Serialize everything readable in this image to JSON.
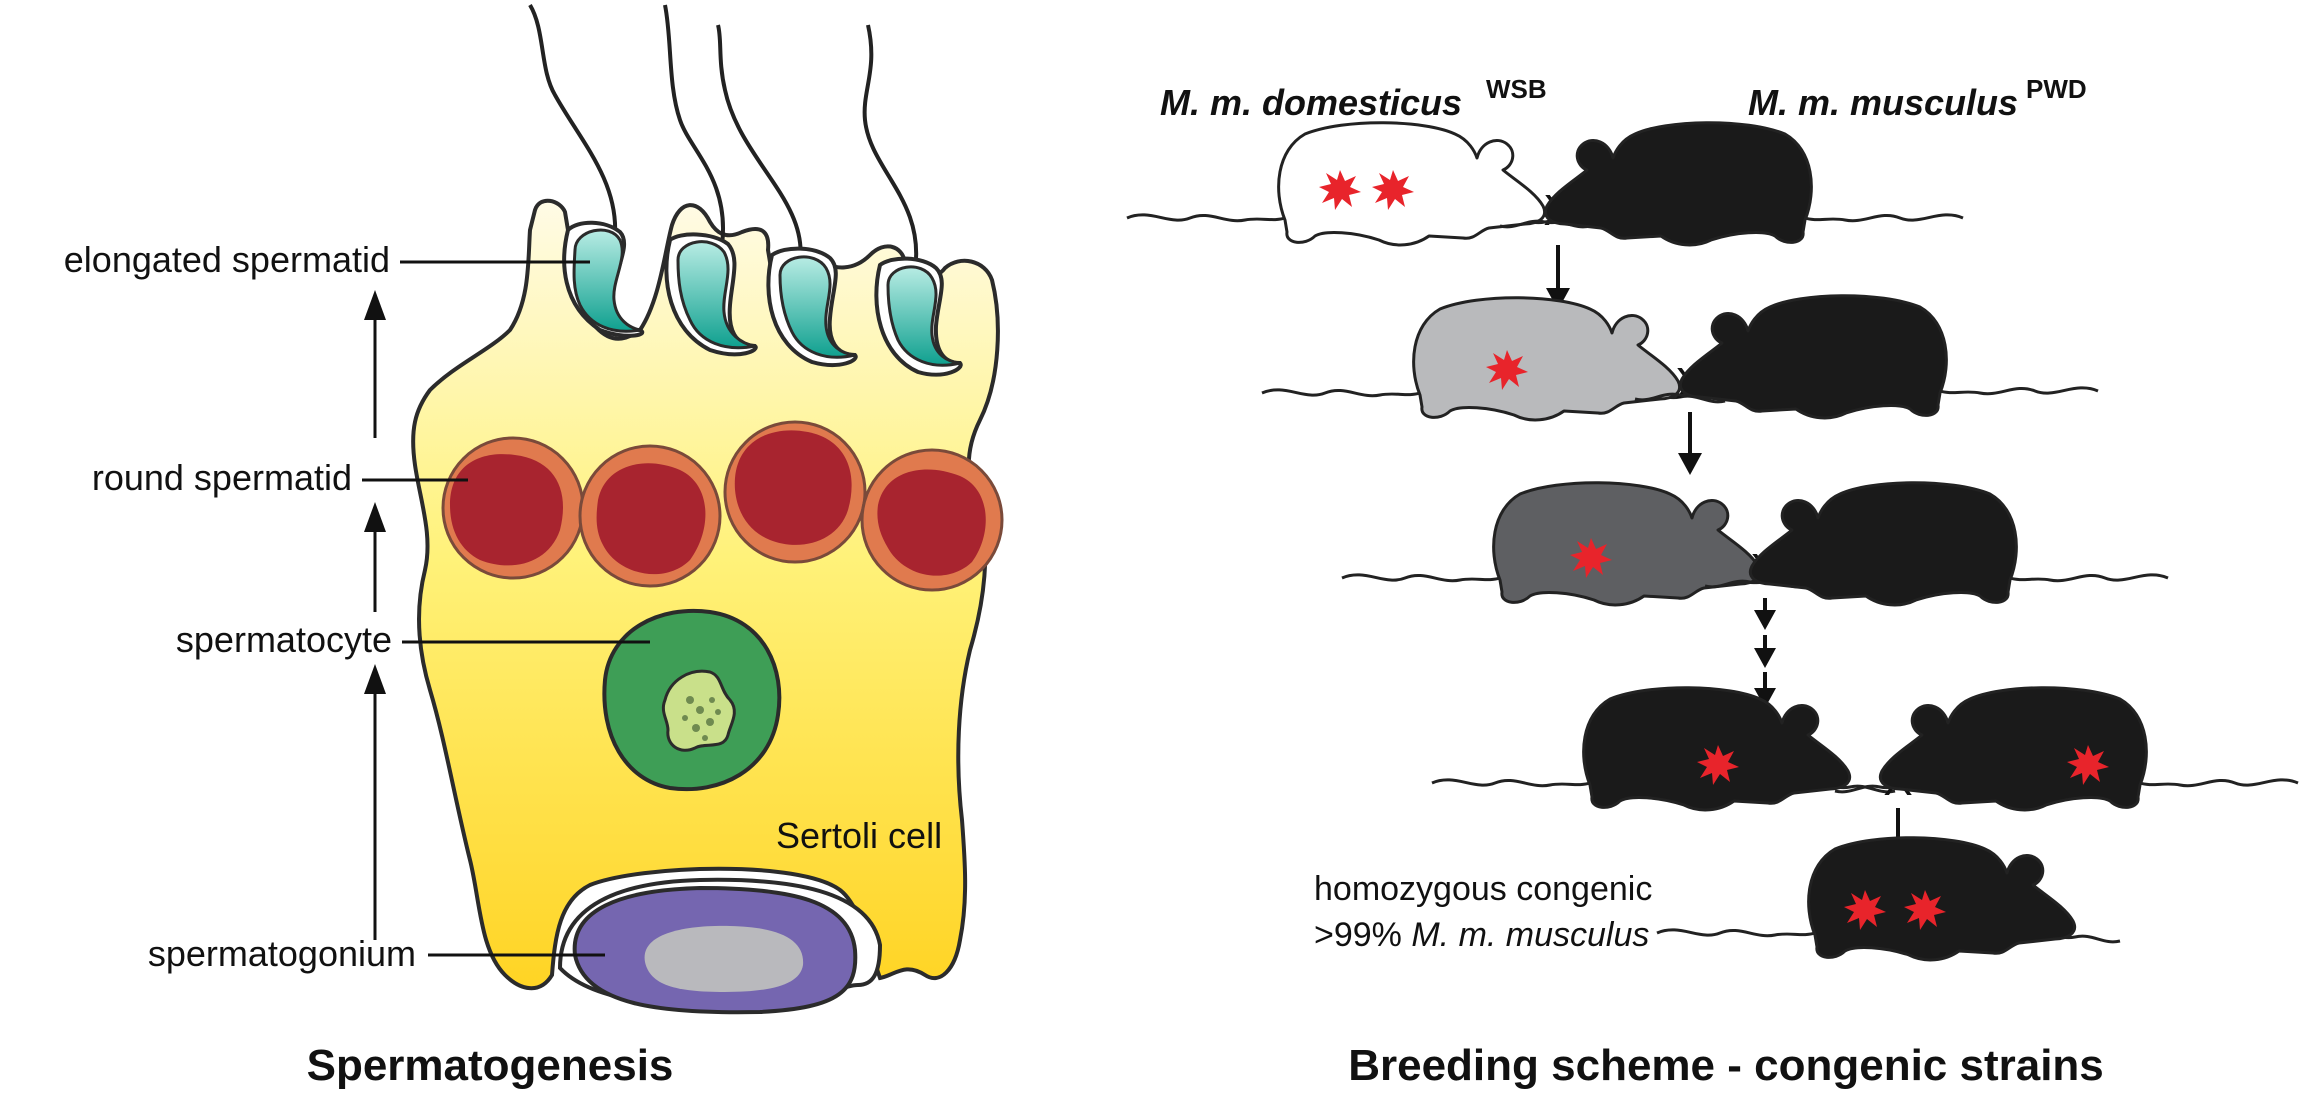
{
  "left_panel": {
    "labels": {
      "elongated": "elongated spermatid",
      "round": "round spermatid",
      "spermatocyte": "spermatocyte",
      "spermatogonium": "spermatogonium",
      "sertoli": "Sertoli cell"
    },
    "title": "Spermatogenesis"
  },
  "right_panel": {
    "strain_domesticus": "M. m. domesticus",
    "strain_domesticus_sup": "WSB",
    "strain_musculus": "M. m. musculus",
    "strain_musculus_sup": "PWD",
    "cross_symbol": "X",
    "result_line1": "homozygous congenic",
    "result_line2_prefix": ">99% ",
    "result_line2_italic": "M. m. musculus",
    "title": "Breeding scheme - congenic strains"
  },
  "colors": {
    "sertoli_top": "#fff6cc",
    "sertoli_bottom": "#ffd21f",
    "elongated": "#1aa99a",
    "round_outer": "#e07a4e",
    "round_inner": "#a8242f",
    "spermatocyte": "#3e9e56",
    "spermatogonium": "#7566b0",
    "mouse_white": "#ffffff",
    "mouse_light_gray": "#b9babc",
    "mouse_dark_gray": "#5e5f62",
    "mouse_black": "#1a1a1a",
    "marker_red": "#e8242b"
  }
}
